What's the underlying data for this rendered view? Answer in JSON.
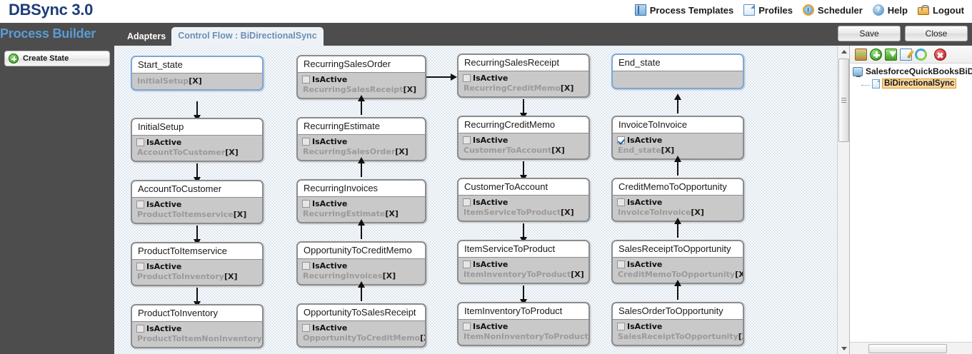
{
  "app": {
    "brand": "DBSync 3.0",
    "section_title": "Process Builder"
  },
  "topnav": [
    {
      "label": "Process Templates",
      "icon": "book-icon"
    },
    {
      "label": "Profiles",
      "icon": "page-icon"
    },
    {
      "label": "Scheduler",
      "icon": "clock-icon"
    },
    {
      "label": "Help",
      "icon": "question-icon"
    },
    {
      "label": "Logout",
      "icon": "padlock-icon"
    }
  ],
  "tabs": [
    {
      "label": "Adapters",
      "active": false
    },
    {
      "label": "Control Flow : BiDirectionalSync",
      "active": true
    }
  ],
  "actions": {
    "save_label": "Save",
    "close_label": "Close"
  },
  "sidebar": {
    "create_state_label": "Create State"
  },
  "canvas": {
    "active_label": "IsActive",
    "columns": [
      {
        "nodes": [
          {
            "title": "Start_state",
            "link": "InitialSetup",
            "checkbox": "none",
            "selected": true
          },
          {
            "title": "InitialSetup",
            "link": "AccountToCustomer",
            "checkbox": "unchecked",
            "selected": false
          },
          {
            "title": "AccountToCustomer",
            "link": "ProductToItemservice",
            "checkbox": "unchecked",
            "selected": false
          },
          {
            "title": "ProductToItemservice",
            "link": "ProductToInventory",
            "checkbox": "unchecked",
            "selected": false
          },
          {
            "title": "ProductToInventory",
            "link": "ProductToItemNonInventory",
            "checkbox": "unchecked",
            "selected": false
          }
        ]
      },
      {
        "nodes": [
          {
            "title": "RecurringSalesOrder",
            "link": "RecurringSalesReceipt",
            "checkbox": "unchecked",
            "selected": false
          },
          {
            "title": "RecurringEstimate",
            "link": "RecurringSalesOrder",
            "checkbox": "unchecked",
            "selected": false
          },
          {
            "title": "RecurringInvoices",
            "link": "RecurringEstimate",
            "checkbox": "unchecked",
            "selected": false
          },
          {
            "title": "OpportunityToCreditMemo",
            "link": "RecurringInvoices",
            "checkbox": "unchecked",
            "selected": false
          },
          {
            "title": "OpportunityToSalesReceipt",
            "link": "OpportunityToCreditMemo",
            "checkbox": "unchecked",
            "selected": false
          }
        ]
      },
      {
        "nodes": [
          {
            "title": "RecurringSalesReceipt",
            "link": "RecurringCreditMemo",
            "checkbox": "unchecked",
            "selected": false
          },
          {
            "title": "RecurringCreditMemo",
            "link": "CustomerToAccount",
            "checkbox": "unchecked",
            "selected": false
          },
          {
            "title": "CustomerToAccount",
            "link": "ItemServiceToProduct",
            "checkbox": "unchecked",
            "selected": false
          },
          {
            "title": "ItemServiceToProduct",
            "link": "ItemInventoryToProduct",
            "checkbox": "unchecked",
            "selected": false
          },
          {
            "title": "ItemInventoryToProduct",
            "link": "ItemNonInventoryToProduct",
            "checkbox": "unchecked",
            "selected": false
          }
        ]
      },
      {
        "nodes": [
          {
            "title": "End_state",
            "link": "",
            "checkbox": "none",
            "selected": true
          },
          {
            "title": "InvoiceToInvoice",
            "link": "End_state",
            "checkbox": "checked",
            "selected": false
          },
          {
            "title": "CreditMemoToOpportunity",
            "link": "InvoiceToInvoice",
            "checkbox": "unchecked",
            "selected": false
          },
          {
            "title": "SalesReceiptToOpportunity",
            "link": "CreditMemoToOpportunity",
            "checkbox": "unchecked",
            "selected": false
          },
          {
            "title": "SalesOrderToOpportunity",
            "link": "SalesReceiptToOpportunity",
            "checkbox": "unchecked",
            "selected": false
          }
        ]
      }
    ]
  },
  "right_panel": {
    "toolbar": [
      {
        "name": "package-icon"
      },
      {
        "name": "add-icon"
      },
      {
        "name": "download-icon"
      },
      {
        "name": "edit-icon"
      },
      {
        "name": "refresh-icon"
      },
      {
        "name": "delete-icon"
      }
    ],
    "tree": {
      "root_label": "SalesforceQuickBooksBiD",
      "child_label": "BiDirectionalSync"
    }
  },
  "colors": {
    "brand": "#1f3d7a",
    "bar": "#4d4d4d",
    "accent": "#5b9bd5",
    "selected_node_border": "#7da7d9",
    "tree_highlight": "#fbd79b"
  }
}
